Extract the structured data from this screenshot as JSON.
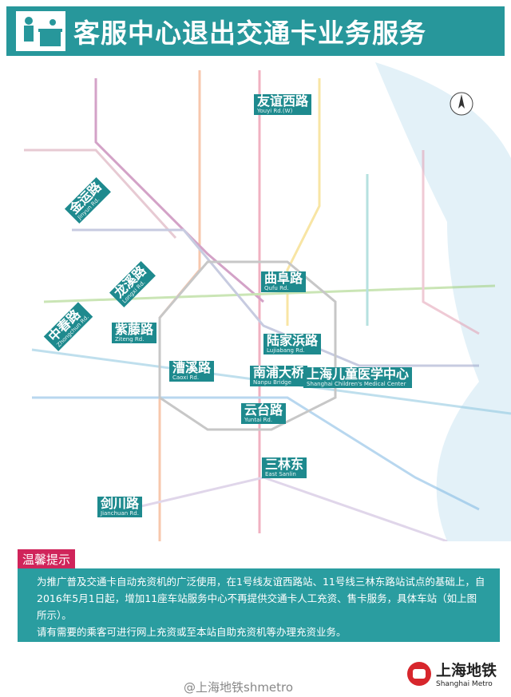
{
  "header": {
    "title": "客服中心退出交通卡业务服务",
    "icon": "service-desk-icon"
  },
  "stations": [
    {
      "cn": "友谊西路",
      "en": "Youyi Rd.(W)"
    },
    {
      "cn": "金运路",
      "en": "Jinyun Rd."
    },
    {
      "cn": "龙溪路",
      "en": "Longxi Rd."
    },
    {
      "cn": "中春路",
      "en": "Zhongchun Rd."
    },
    {
      "cn": "紫藤路",
      "en": "Ziteng Rd."
    },
    {
      "cn": "曲阜路",
      "en": "Qufu Rd."
    },
    {
      "cn": "陆家浜路",
      "en": "Lujiabang Rd."
    },
    {
      "cn": "漕溪路",
      "en": "Caoxi Rd."
    },
    {
      "cn": "南浦大桥",
      "en": "Nanpu Bridge"
    },
    {
      "cn": "上海儿童医学中心",
      "en": "Shanghai Children's Medical Center"
    },
    {
      "cn": "云台路",
      "en": "Yuntai Rd."
    },
    {
      "cn": "三林东",
      "en": "East Sanlin"
    },
    {
      "cn": "剑川路",
      "en": "Jianchuan Rd."
    }
  ],
  "notice": {
    "tag": "温馨提示",
    "p1": "为推广普及交通卡自动充资机的广泛使用，在1号线友谊西路站、11号线三林东路站试点的基础上，自2016年5月1日起，增加11座车站服务中心不再提供交通卡人工充资、售卡服务，具体车站（如上图所示）。",
    "p2": "请有需要的乘客可进行网上充资或至本站自助充资机等办理充资业务。"
  },
  "footer": {
    "weibo": "@上海地铁shmetro",
    "logo_cn": "上海地铁",
    "logo_en": "Shanghai Metro"
  },
  "colors": {
    "header": "#27979b",
    "station": "#1e8a8e",
    "tip": "#d0245a"
  }
}
